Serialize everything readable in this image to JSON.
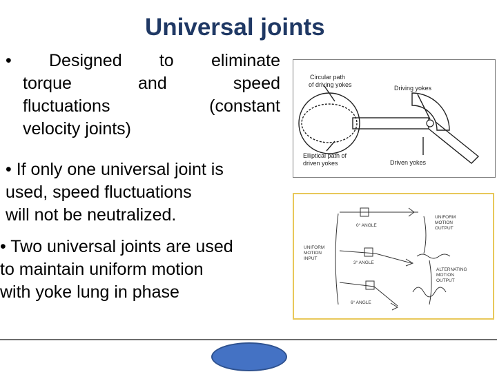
{
  "slide": {
    "title": "Universal joints",
    "bullets": [
      {
        "lines": [
          "• Designed to eliminate",
          "torque and speed",
          "fluctuations (constant",
          "velocity joints)"
        ]
      },
      {
        "lines": [
          "• If only one universal joint is",
          "used, speed fluctuations",
          "will not be neutralized."
        ]
      },
      {
        "lines": [
          "• Two universal joints are used",
          "to maintain uniform motion",
          "with yoke lung in phase"
        ]
      }
    ]
  },
  "figure1": {
    "labels": {
      "circular_path": "Circular path",
      "of_driving_yokes": "of driving yokes",
      "driving_yokes": "Driving yokes",
      "elliptical_path": "Elliptical path of",
      "driven_yokes_a": "driven yokes",
      "driven_yokes_b": "Driven yokes"
    }
  },
  "figure2": {
    "labels": {
      "angle_0": "0° ANGLE",
      "angle_3": "3° ANGLE",
      "angle_6": "6° ANGLE",
      "uniform_input_1": "UNIFORM",
      "uniform_input_2": "MOTION",
      "uniform_input_3": "INPUT",
      "uniform_output_1": "UNIFORM",
      "uniform_output_2": "MOTION",
      "uniform_output_3": "OUTPUT",
      "alt_output_1": "ALTERNATING",
      "alt_output_2": "MOTION",
      "alt_output_3": "OUTPUT"
    }
  },
  "colors": {
    "title": "#1f3864",
    "figure2_border": "#e8c85a",
    "nav_oval": "#4472c4"
  }
}
